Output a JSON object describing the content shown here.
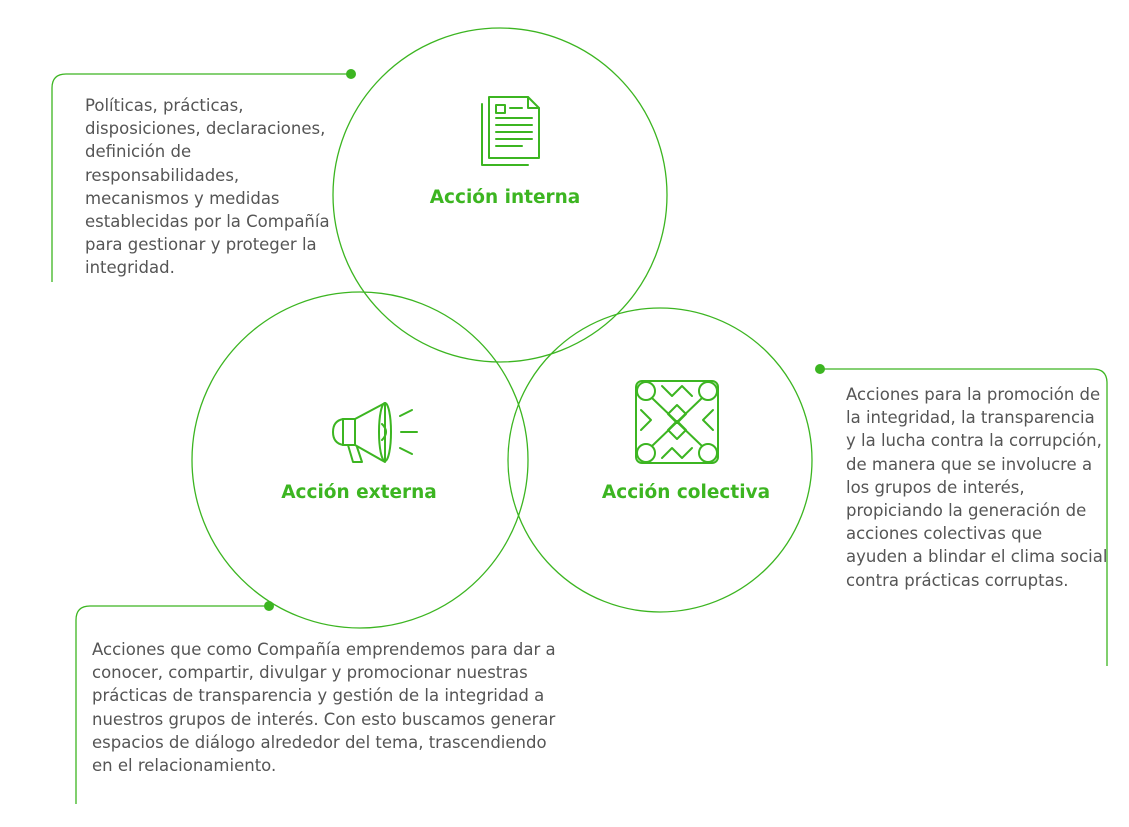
{
  "colors": {
    "accent": "#3cb521",
    "text": "#555555",
    "background": "#ffffff"
  },
  "sections": {
    "interna": {
      "title": "Acción interna",
      "icon": "document-icon",
      "description": "Políticas, prácticas, disposiciones, declaraciones, definición de responsabilidades, mecanismos y medidas establecidas por la Compañía para gestionar y proteger la integridad."
    },
    "externa": {
      "title": "Acción externa",
      "icon": "megaphone-icon",
      "description": "Acciones que como Compañía emprendemos para dar a conocer, compartir, divulgar y promocionar nuestras prácticas de transparencia y gestión de la integridad a nuestros grupos de interés. Con esto buscamos generar espacios de diálogo alrededor del tema, trascendiendo en el relacionamiento."
    },
    "colectiva": {
      "title": "Acción colectiva",
      "icon": "teamwork-icon",
      "description": "Acciones para la promoción de la integridad, la transparencia y la lucha contra la corrupción, de manera que se involucre a los grupos de interés, propiciando la generación de acciones colectivas que ayuden a blindar el clima social contra prácticas corruptas."
    }
  }
}
